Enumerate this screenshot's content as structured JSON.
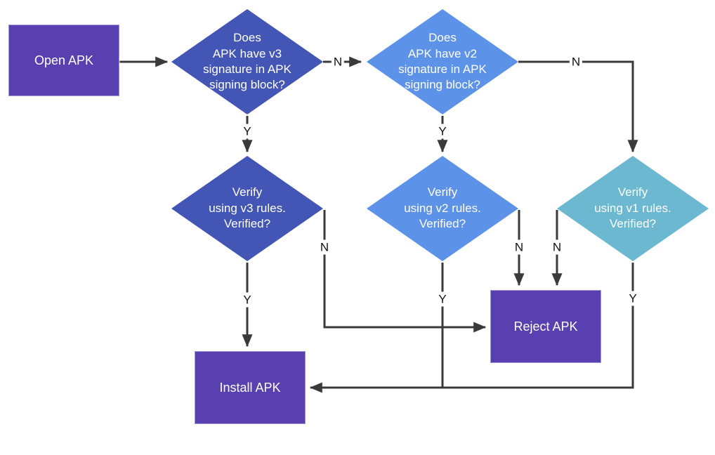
{
  "diagram": {
    "type": "flowchart",
    "colors": {
      "process_box": "#5840b0",
      "diamond_v3": "#4355b5",
      "diamond_v2": "#5c92e8",
      "diamond_v1": "#6cb8d1",
      "edge_line": "#3a3a3a",
      "node_text": "#ffffff",
      "edge_label_text": "#111111"
    },
    "nodes": {
      "open_apk": {
        "label": "Open APK",
        "shape": "rect"
      },
      "q_v3": {
        "label": "Does\nAPK have v3\nsignature in APK\nsigning block?",
        "shape": "diamond"
      },
      "q_v2": {
        "label": "Does\nAPK have v2\nsignature in APK\nsigning block?",
        "shape": "diamond"
      },
      "verify_v3": {
        "label": "Verify\nusing v3 rules.\nVerified?",
        "shape": "diamond"
      },
      "verify_v2": {
        "label": "Verify\nusing v2 rules.\nVerified?",
        "shape": "diamond"
      },
      "verify_v1": {
        "label": "Verify\nusing v1 rules.\nVerified?",
        "shape": "diamond"
      },
      "reject_apk": {
        "label": "Reject APK",
        "shape": "rect"
      },
      "install_apk": {
        "label": "Install APK",
        "shape": "rect"
      }
    },
    "edges": [
      {
        "from": "open_apk",
        "to": "q_v3",
        "label": ""
      },
      {
        "from": "q_v3",
        "to": "q_v2",
        "label": "N"
      },
      {
        "from": "q_v3",
        "to": "verify_v3",
        "label": "Y"
      },
      {
        "from": "q_v2",
        "to": "verify_v2",
        "label": "Y"
      },
      {
        "from": "q_v2",
        "to": "verify_v1",
        "label": "N"
      },
      {
        "from": "verify_v3",
        "to": "install_apk",
        "label": "Y"
      },
      {
        "from": "verify_v3",
        "to": "reject_apk",
        "label": "N"
      },
      {
        "from": "verify_v2",
        "to": "install_apk",
        "label": "Y"
      },
      {
        "from": "verify_v2",
        "to": "reject_apk",
        "label": "N"
      },
      {
        "from": "verify_v1",
        "to": "reject_apk",
        "label": "N"
      },
      {
        "from": "verify_v1",
        "to": "install_apk",
        "label": "Y"
      }
    ]
  }
}
